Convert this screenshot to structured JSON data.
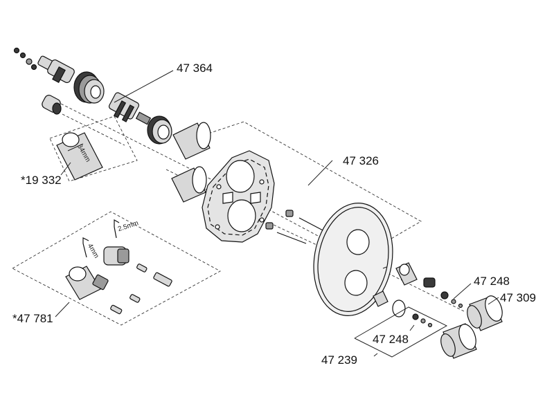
{
  "labels": {
    "p47364": "47 364",
    "p19332": "*19 332",
    "p47326": "47 326",
    "p47781": "*47 781",
    "p47248a": "47 248",
    "p47309": "47 309",
    "p47248b": "47 248",
    "p47239": "47 239"
  },
  "tool_marks": {
    "m34": "34mm",
    "m25": "2.5mm",
    "m4": "4mm"
  }
}
